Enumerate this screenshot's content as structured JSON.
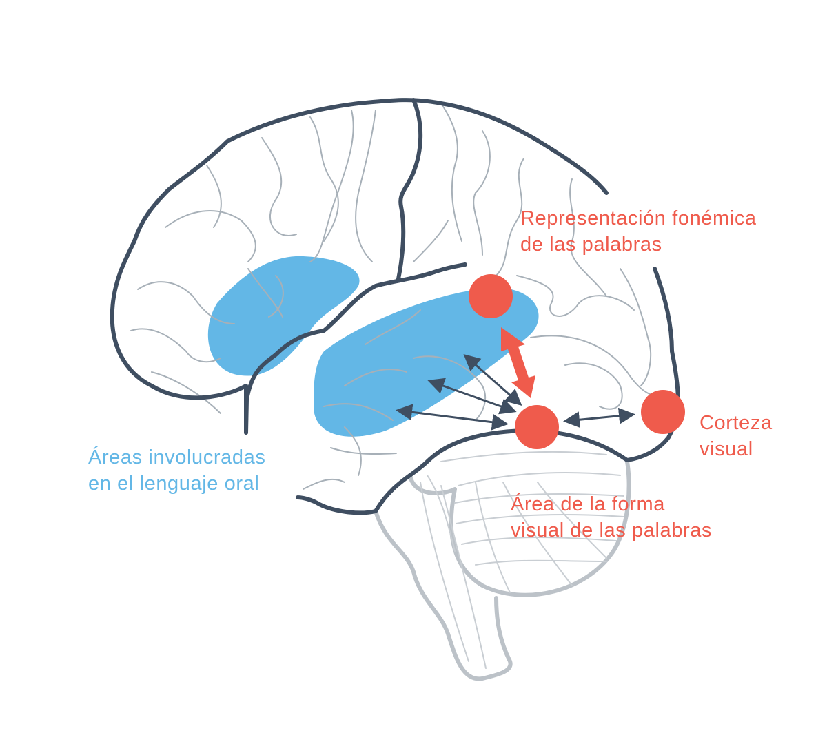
{
  "colors": {
    "accent_red": "#EF5B4C",
    "language_blue": "#63B7E6",
    "outline": "#3F4E61",
    "detail_gray": "#A7B0B8"
  },
  "labels": {
    "phonemic": {
      "line1": "Representación fonémica",
      "line2": "de las palabras"
    },
    "visual_cortex": {
      "line1": "Corteza",
      "line2": "visual"
    },
    "vwfa": {
      "line1": "Área de la forma",
      "line2": "visual de las palabras"
    },
    "oral_language": {
      "line1": "Áreas involucradas",
      "line2": "en el lenguaje oral"
    }
  }
}
